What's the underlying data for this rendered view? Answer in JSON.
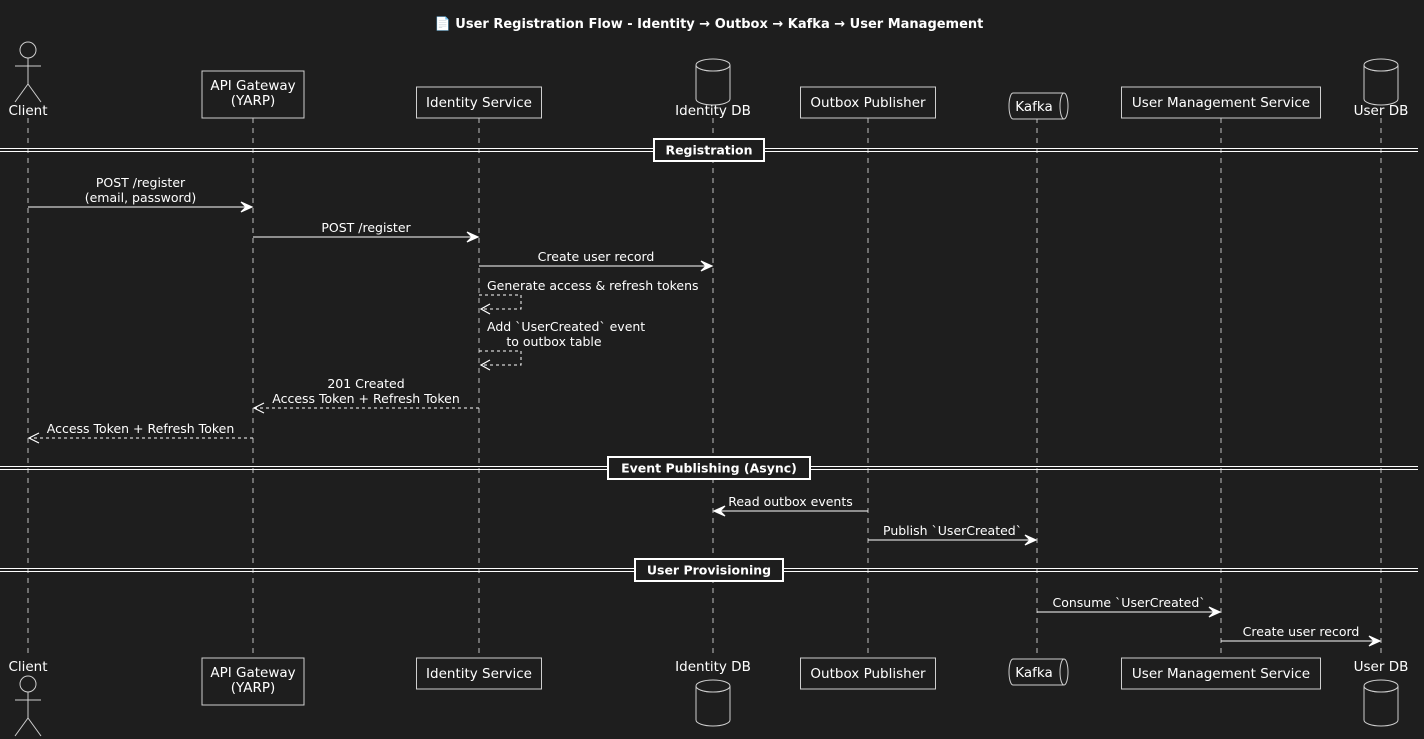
{
  "title": "📄 User Registration Flow - Identity → Outbox → Kafka → User Management",
  "participants": [
    {
      "id": "client",
      "type": "actor",
      "lines": [
        "Client"
      ]
    },
    {
      "id": "gateway",
      "type": "box",
      "lines": [
        "API Gateway",
        "(YARP)"
      ]
    },
    {
      "id": "identity",
      "type": "box",
      "lines": [
        "Identity Service"
      ]
    },
    {
      "id": "identitydb",
      "type": "database",
      "lines": [
        "Identity DB"
      ]
    },
    {
      "id": "outbox",
      "type": "box",
      "lines": [
        "Outbox Publisher"
      ]
    },
    {
      "id": "kafka",
      "type": "queue",
      "lines": [
        "Kafka"
      ]
    },
    {
      "id": "usermgmt",
      "type": "box",
      "lines": [
        "User Management Service"
      ]
    },
    {
      "id": "userdb",
      "type": "database",
      "lines": [
        "User DB"
      ]
    }
  ],
  "sections": [
    {
      "label": "Registration"
    },
    {
      "label": "Event Publishing (Async)"
    },
    {
      "label": "User Provisioning"
    }
  ],
  "messages": [
    {
      "from": "client",
      "to": "gateway",
      "style": "solid",
      "lines": [
        "POST /register",
        "(email, password)"
      ]
    },
    {
      "from": "gateway",
      "to": "identity",
      "style": "solid",
      "lines": [
        "POST /register"
      ]
    },
    {
      "from": "identity",
      "to": "identitydb",
      "style": "solid",
      "lines": [
        "Create user record"
      ]
    },
    {
      "from": "identity",
      "to": "identity",
      "style": "dashed",
      "lines": [
        "Generate access & refresh tokens"
      ]
    },
    {
      "from": "identity",
      "to": "identity",
      "style": "dashed",
      "lines": [
        "Add `UserCreated` event",
        "to outbox table"
      ]
    },
    {
      "from": "identity",
      "to": "gateway",
      "style": "dashed",
      "lines": [
        "201 Created",
        "Access Token + Refresh Token"
      ]
    },
    {
      "from": "gateway",
      "to": "client",
      "style": "dashed",
      "lines": [
        "Access Token + Refresh Token"
      ]
    },
    {
      "from": "outbox",
      "to": "identitydb",
      "style": "solid",
      "lines": [
        "Read outbox events"
      ]
    },
    {
      "from": "outbox",
      "to": "kafka",
      "style": "solid",
      "lines": [
        "Publish `UserCreated`"
      ]
    },
    {
      "from": "kafka",
      "to": "usermgmt",
      "style": "solid",
      "lines": [
        "Consume `UserCreated`"
      ]
    },
    {
      "from": "usermgmt",
      "to": "userdb",
      "style": "solid",
      "lines": [
        "Create user record"
      ]
    }
  ]
}
